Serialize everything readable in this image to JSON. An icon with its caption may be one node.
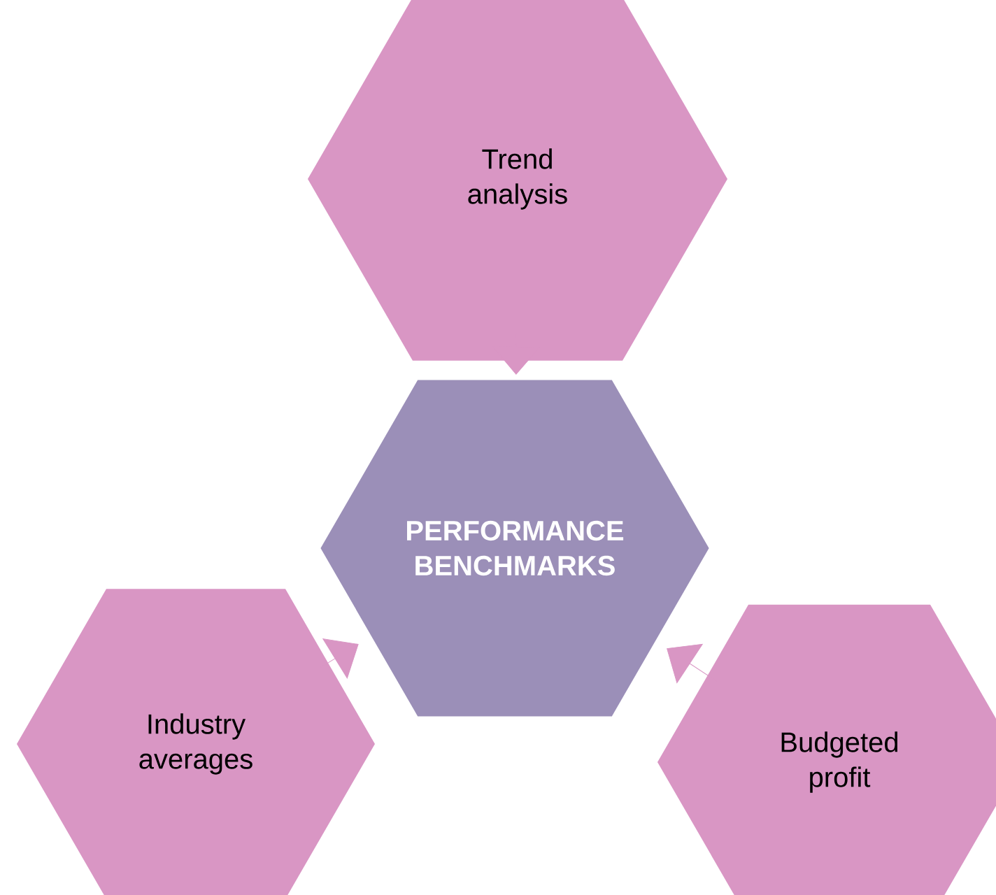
{
  "diagram": {
    "nodes": [
      {
        "text": [
          "PERFORMANCE BENCHMARKS"
        ]
      },
      {
        "text": [
          "Trend analysis"
        ]
      },
      {
        "text": [
          "Industry averages"
        ]
      },
      {
        "text": [
          "Budgeted profit"
        ]
      }
    ],
    "edges": [
      {
        "from": 1,
        "to": 0,
        "arrow": "to"
      },
      {
        "from": 2,
        "to": 0,
        "arrow": "to"
      },
      {
        "from": 3,
        "to": 0,
        "arrow": "to"
      }
    ]
  }
}
